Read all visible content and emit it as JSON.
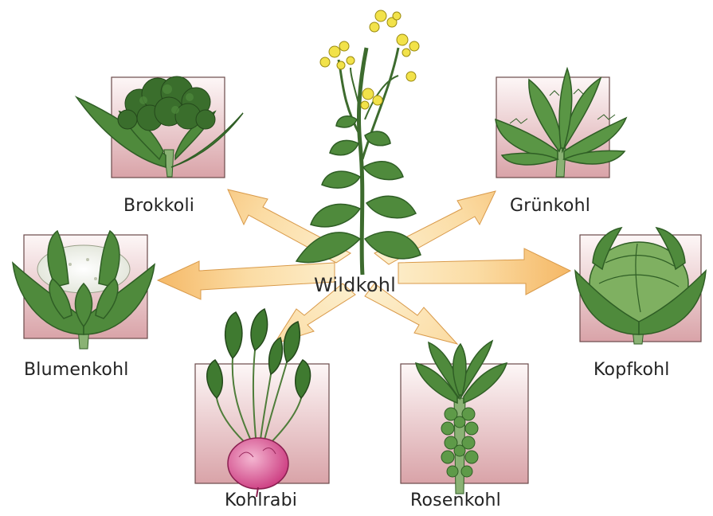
{
  "diagram": {
    "center": {
      "label": "Wildkohl"
    },
    "varieties": [
      {
        "id": "brokkoli",
        "label": "Brokkoli"
      },
      {
        "id": "gruenkohl",
        "label": "Grünkohl"
      },
      {
        "id": "blumenkohl",
        "label": "Blumenkohl"
      },
      {
        "id": "kopfkohl",
        "label": "Kopfkohl"
      },
      {
        "id": "kohlrabi",
        "label": "Kohlrabi"
      },
      {
        "id": "rosenkohl",
        "label": "Rosenkohl"
      }
    ]
  },
  "colors": {
    "arrow_fill": "#f7c27a",
    "arrow_center": "#fdf3d6",
    "panel_top": "#fdf7f7",
    "panel_bottom": "#d9a3a8",
    "leaf": "#4f8a3c",
    "leaf_dark": "#2f5e25",
    "flower": "#f2e24a",
    "kohlrabi_bulb": "#d9548f"
  }
}
